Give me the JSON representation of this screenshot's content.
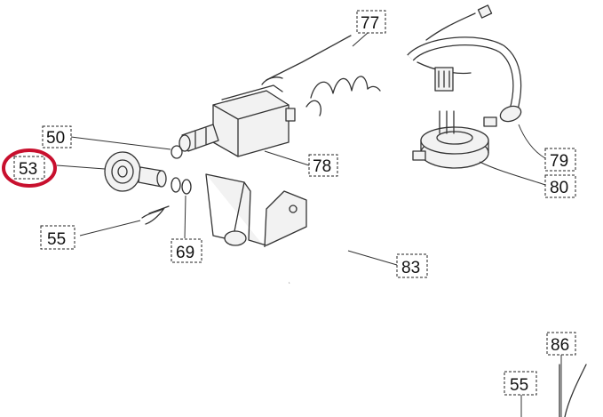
{
  "labels": [
    {
      "text": "50"
    },
    {
      "text": "53"
    },
    {
      "text": "55"
    },
    {
      "text": "69"
    },
    {
      "text": "77"
    },
    {
      "text": "78"
    },
    {
      "text": "79"
    },
    {
      "text": "80"
    },
    {
      "text": "83"
    },
    {
      "text": "86"
    },
    {
      "text": "55"
    }
  ],
  "highlight": {
    "label": "53",
    "color": "#c8102e"
  }
}
